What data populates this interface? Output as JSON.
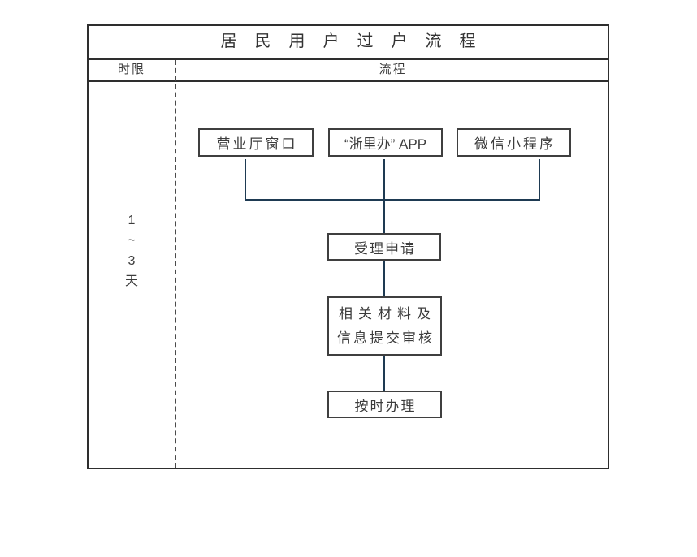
{
  "title": "居民用户过户流程",
  "columns": {
    "time_limit": "时限",
    "process": "流程"
  },
  "time_limit": {
    "chars": [
      "1",
      "~",
      "3",
      "天"
    ]
  },
  "flow": {
    "channels": [
      {
        "label": "营业厅窗口"
      },
      {
        "label": "“浙里办” APP"
      },
      {
        "label": "微信小程序"
      }
    ],
    "steps": [
      {
        "label": "受理申请"
      },
      {
        "label_line1": "相关材料及",
        "label_line2": "信息提交审核"
      },
      {
        "label": "按时办理"
      }
    ]
  },
  "colors": {
    "connector": "#1e3a52",
    "table_border": "#2e2e2e",
    "box_border": "#3f3f3f",
    "text": "#3c3c3c",
    "background": "#ffffff"
  }
}
